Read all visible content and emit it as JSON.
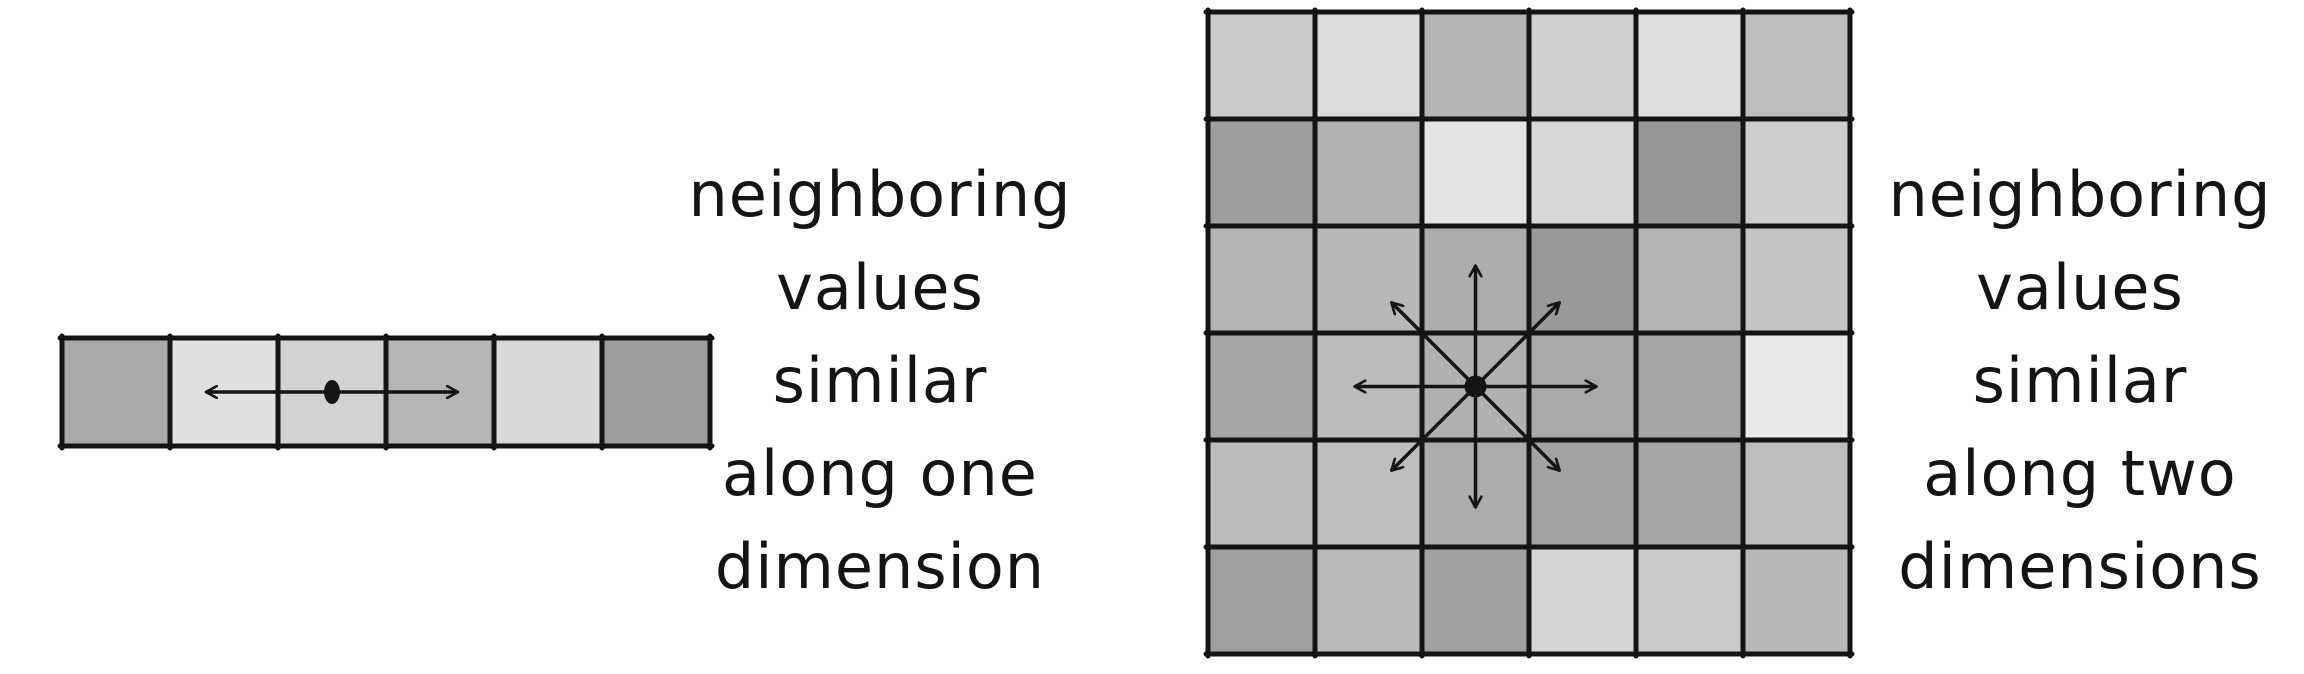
{
  "panels": [
    {
      "id": "one-dimension",
      "grid_rows": 1,
      "grid_cols": 6,
      "cell_shades": [
        [
          "#a9a9a9",
          "#e0e0e0",
          "#d2d2d2",
          "#b6b6b6",
          "#d8d8d8",
          "#9d9d9d"
        ]
      ],
      "center_cell": [
        0,
        2
      ],
      "arrow_directions": [
        "left",
        "right"
      ],
      "caption_lines": [
        "neighboring",
        "values",
        "similar",
        "along one",
        "dimension"
      ]
    },
    {
      "id": "two-dimensions",
      "grid_rows": 6,
      "grid_cols": 6,
      "cell_shades": [
        [
          "#cbcbcb",
          "#dcdcdc",
          "#b4b4b4",
          "#cfcfcf",
          "#e0e0e0",
          "#bdbdbd"
        ],
        [
          "#9e9e9e",
          "#b1b1b1",
          "#e4e4e4",
          "#d7d7d7",
          "#969696",
          "#cdcdcd"
        ],
        [
          "#b3b3b3",
          "#b7b7b7",
          "#adadad",
          "#999999",
          "#b3b3b3",
          "#c4c4c4"
        ],
        [
          "#a5a5a5",
          "#bbbbbb",
          "#b0b0b0",
          "#a9a9a9",
          "#a5a5a5",
          "#eaeaea"
        ],
        [
          "#bcbcbc",
          "#bebebe",
          "#acacac",
          "#a2a2a2",
          "#a5a5a5",
          "#bdbdbd"
        ],
        [
          "#9f9f9f",
          "#bababa",
          "#a0a0a0",
          "#d5d5d5",
          "#cbcbcb",
          "#b8b8b8"
        ]
      ],
      "center_cell": [
        3,
        2
      ],
      "arrow_directions": [
        "up",
        "down",
        "left",
        "right",
        "up-left",
        "up-right",
        "down-left",
        "down-right"
      ],
      "caption_lines": [
        "neighboring",
        "values",
        "similar",
        "along two",
        "dimensions"
      ]
    }
  ],
  "colors": {
    "ink": "#141414",
    "background": "#ffffff"
  }
}
